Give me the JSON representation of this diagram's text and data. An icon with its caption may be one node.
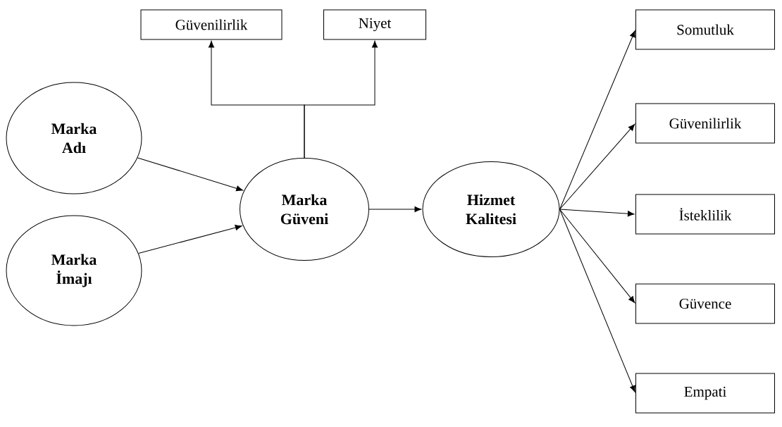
{
  "diagram": {
    "nodes": [
      {
        "text": [
          "Marka Adı"
        ]
      },
      {
        "text": [
          "Marka İmajı"
        ]
      },
      {
        "text": [
          "Güvenilirlik"
        ]
      },
      {
        "text": [
          "Niyet"
        ]
      },
      {
        "text": [
          "Marka Güveni"
        ]
      },
      {
        "text": [
          "Hizmet Kalitesi"
        ]
      },
      {
        "text": [
          "Somutluk"
        ]
      },
      {
        "text": [
          "Güvenilirlik"
        ]
      },
      {
        "text": [
          "İsteklilik"
        ]
      },
      {
        "text": [
          "Güvence"
        ]
      },
      {
        "text": [
          "Empati"
        ]
      }
    ],
    "edges": [
      {
        "from": 0,
        "to": 4,
        "arrow": "to"
      },
      {
        "from": 1,
        "to": 4,
        "arrow": "to"
      },
      {
        "from": 4,
        "to": 2,
        "arrow": "to"
      },
      {
        "from": 4,
        "to": 3,
        "arrow": "to"
      },
      {
        "from": 4,
        "to": 5,
        "arrow": "to"
      },
      {
        "from": 5,
        "to": 6,
        "arrow": "to"
      },
      {
        "from": 5,
        "to": 7,
        "arrow": "to"
      },
      {
        "from": 5,
        "to": 8,
        "arrow": "to"
      },
      {
        "from": 5,
        "to": 9,
        "arrow": "to"
      },
      {
        "from": 5,
        "to": 10,
        "arrow": "to"
      }
    ]
  }
}
